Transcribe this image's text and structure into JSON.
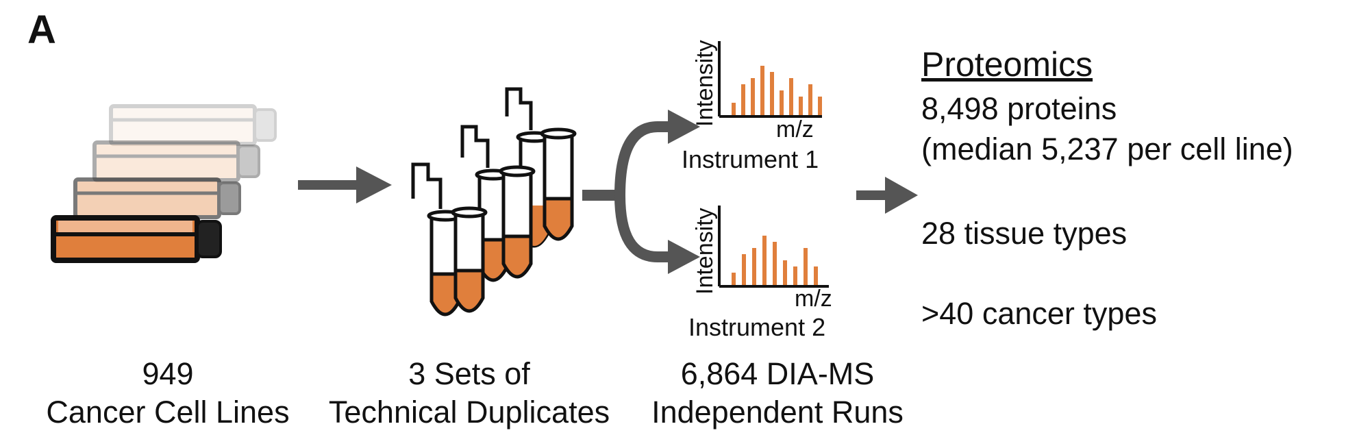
{
  "panel_label": "A",
  "steps": [
    {
      "line1": "949",
      "line2": "Cancer Cell Lines"
    },
    {
      "line1": "3 Sets of",
      "line2": "Technical Duplicates"
    },
    {
      "line1": "6,864 DIA-MS",
      "line2": "Independent Runs"
    }
  ],
  "spectra": [
    {
      "ylabel": "Intensity",
      "xlabel": "m/z",
      "instrument": "Instrument 1",
      "bars": [
        2,
        5,
        6,
        8,
        7,
        4,
        6,
        3,
        5,
        3
      ]
    },
    {
      "ylabel": "Intensity",
      "xlabel": "m/z",
      "instrument": "Instrument 2",
      "bars": [
        2,
        5,
        6,
        8,
        7,
        4,
        3,
        6,
        3
      ]
    }
  ],
  "summary": {
    "title": "Proteomics",
    "proteins": "8,498 proteins",
    "median": "(median 5,237 per cell line)",
    "tissues": "28 tissue types",
    "cancers": ">40 cancer types"
  },
  "colors": {
    "orange": "#e07f3c",
    "arrow": "#555555",
    "outline": "#111111"
  }
}
